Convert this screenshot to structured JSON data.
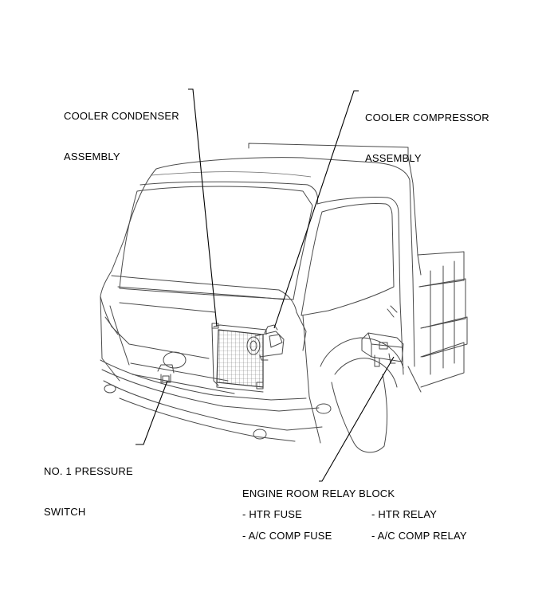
{
  "labels": {
    "condenser": {
      "line1": "COOLER CONDENSER",
      "line2": "ASSEMBLY"
    },
    "compressor": {
      "line1": "COOLER COMPRESSOR",
      "line2": "ASSEMBLY"
    },
    "pressure_switch": {
      "line1": "NO. 1 PRESSURE",
      "line2": "SWITCH"
    },
    "relay_block": {
      "title": "ENGINE ROOM RELAY BLOCK",
      "items": [
        "- HTR FUSE",
        "- HTR RELAY",
        "- A/C COMP FUSE",
        "- A/C COMP RELAY"
      ]
    }
  },
  "colors": {
    "line": "#4a4a4a",
    "leader": "#000000",
    "background": "#ffffff"
  }
}
